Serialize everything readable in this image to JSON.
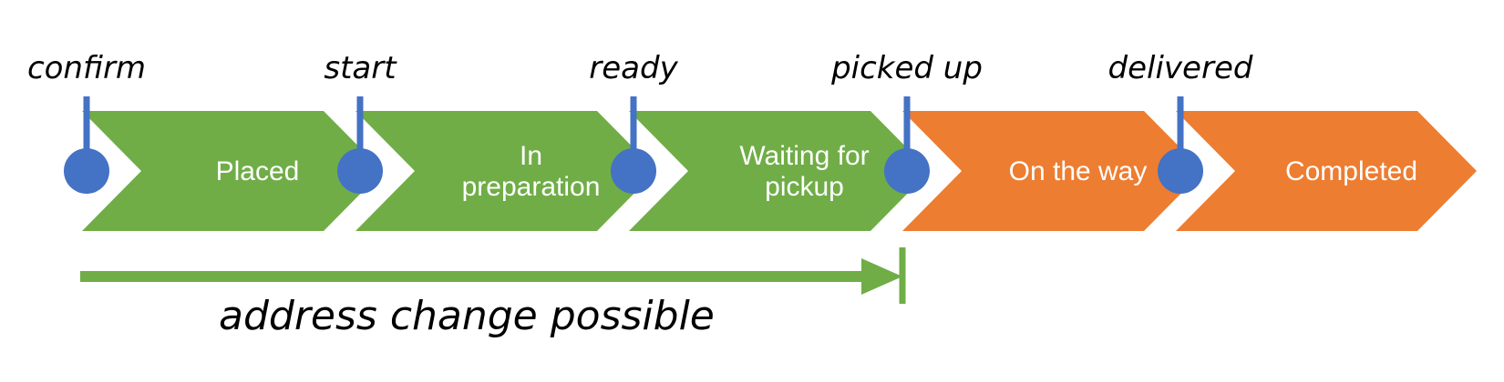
{
  "colors": {
    "green": "#70ad47",
    "orange": "#ed7d31",
    "blue": "#4472c4"
  },
  "stages": [
    {
      "lines": [
        "Placed"
      ],
      "color": "green"
    },
    {
      "lines": [
        "In",
        "preparation"
      ],
      "color": "green"
    },
    {
      "lines": [
        "Waiting for",
        "pickup"
      ],
      "color": "green"
    },
    {
      "lines": [
        "On the way"
      ],
      "color": "orange"
    },
    {
      "lines": [
        "Completed"
      ],
      "color": "orange"
    }
  ],
  "events": [
    "confirm",
    "start",
    "ready",
    "picked up",
    "delivered"
  ],
  "caption": "address change possible"
}
